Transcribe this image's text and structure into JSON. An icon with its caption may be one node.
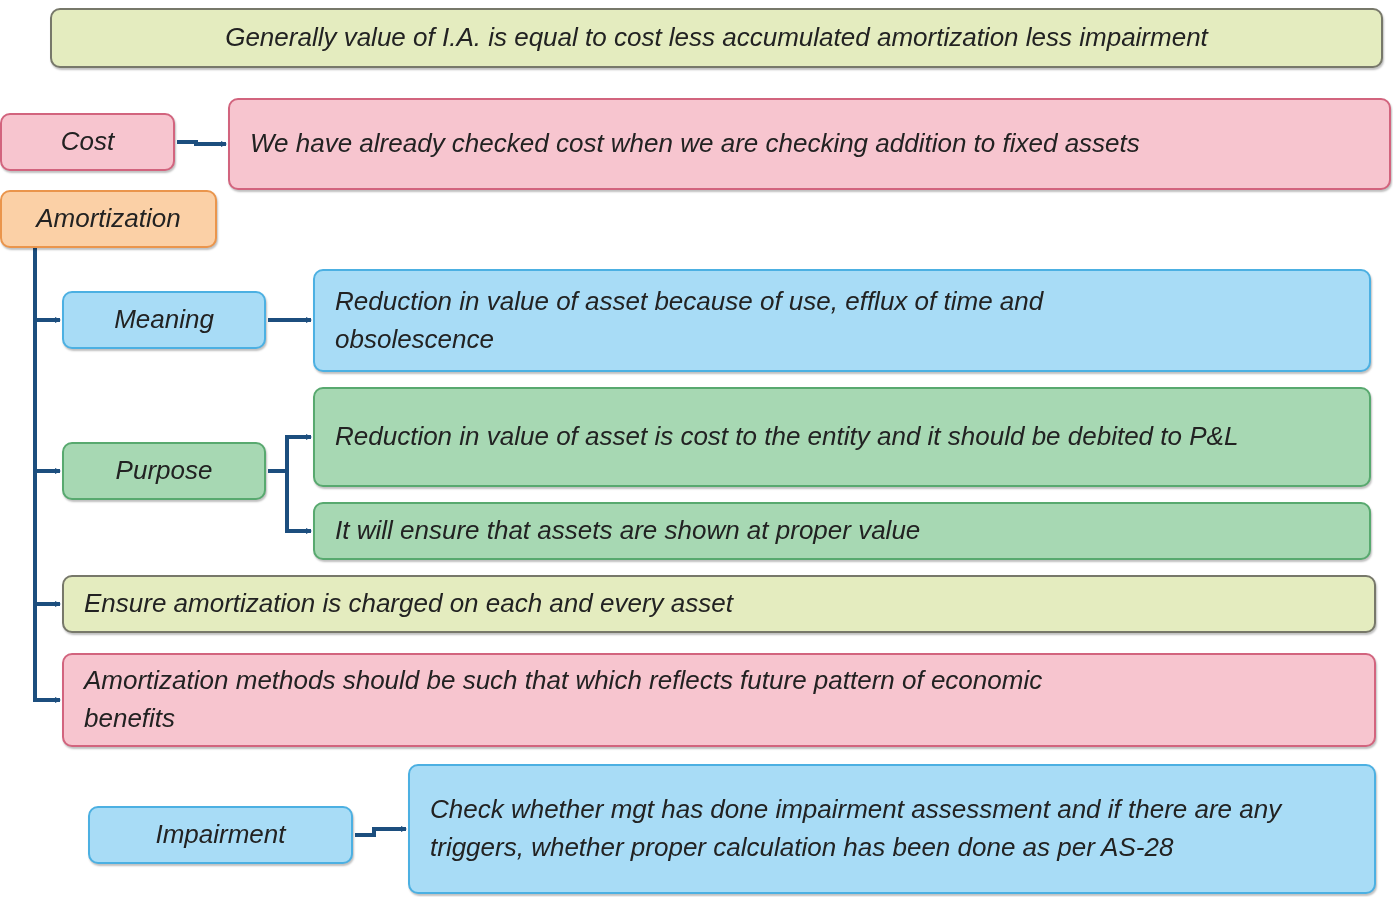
{
  "diagram": {
    "nodes": [
      {
        "text": [
          "Generally value of I.A. is equal to cost less accumulated amortization less impairment"
        ]
      },
      {
        "text": [
          "Cost"
        ]
      },
      {
        "text": [
          "We have already checked cost when we are checking addition to fixed assets"
        ]
      },
      {
        "text": [
          "Amortization"
        ]
      },
      {
        "text": [
          "Meaning"
        ]
      },
      {
        "text": [
          "Reduction in value of asset because of use, efflux of time and obsolescence"
        ]
      },
      {
        "text": [
          "Purpose"
        ]
      },
      {
        "text": [
          "Reduction in value of asset is cost to the entity and it should be debited to P&L"
        ]
      },
      {
        "text": [
          "It will ensure that assets are shown at proper value"
        ]
      },
      {
        "text": [
          "Ensure amortization is charged on each and every asset"
        ]
      },
      {
        "text": [
          "Amortization methods should be such that which reflects future pattern of economic benefits"
        ]
      },
      {
        "text": [
          "Impairment"
        ]
      },
      {
        "text": [
          "Check whether mgt has done impairment assessment and if there are any triggers, whether proper calculation has been done as per AS-28"
        ]
      }
    ],
    "edges": [
      {
        "from": 1,
        "to": 2,
        "arrow": "to"
      },
      {
        "from": 3,
        "to": 4,
        "arrow": "to"
      },
      {
        "from": 3,
        "to": 6,
        "arrow": "to"
      },
      {
        "from": 3,
        "to": 9,
        "arrow": "to"
      },
      {
        "from": 3,
        "to": 10,
        "arrow": "to"
      },
      {
        "from": 4,
        "to": 5,
        "arrow": "to"
      },
      {
        "from": 6,
        "to": 7,
        "arrow": "to"
      },
      {
        "from": 6,
        "to": 8,
        "arrow": "to"
      },
      {
        "from": 11,
        "to": 12,
        "arrow": "to"
      }
    ]
  }
}
